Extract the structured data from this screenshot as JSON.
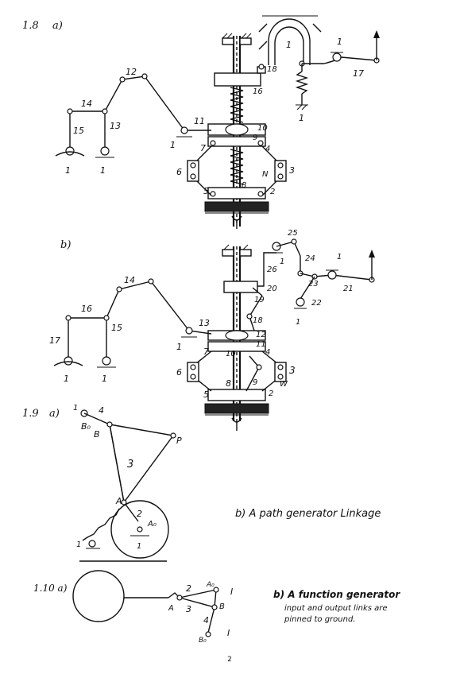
{
  "fig18": {
    "title": "1.8",
    "a_label": "a)",
    "b_label": "b)",
    "a_links": [
      "18",
      "1",
      "1",
      "17",
      "1",
      "16",
      "12",
      "14",
      "13",
      "15",
      "1",
      "1",
      "11",
      "1",
      "10",
      "9",
      "7",
      "4",
      "6",
      "N",
      "3",
      "5",
      "8",
      "2"
    ],
    "b_links": [
      "25",
      "1",
      "26",
      "24",
      "1",
      "21",
      "23",
      "22",
      "1",
      "20",
      "14",
      "16",
      "15",
      "17",
      "1",
      "1",
      "19",
      "13",
      "18",
      "1",
      "12",
      "11",
      "7",
      "10",
      "4",
      "6",
      "3",
      "W",
      "5",
      "8",
      "9",
      "2"
    ]
  },
  "fig19": {
    "title": "1.9",
    "a_label": "a)",
    "labels": [
      "1",
      "4",
      "B₀",
      "B",
      "P",
      "3",
      "A",
      "2",
      "A₀",
      "1",
      "1"
    ],
    "caption": "b)  A path generator Linkage"
  },
  "fig110": {
    "title": "1.10 a)",
    "labels": [
      "A₀",
      "2",
      "I",
      "A",
      "3",
      "B",
      "4",
      "B₀",
      "I"
    ],
    "caption_head": "b)  A function generator",
    "caption_line1": "input and output links are",
    "caption_line2": "pinned to ground."
  },
  "page_number": "2"
}
